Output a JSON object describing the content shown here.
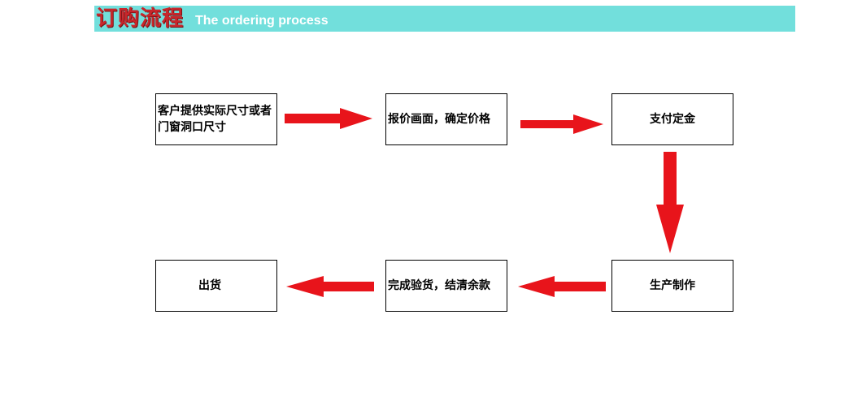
{
  "banner": {
    "title_cn": "订购流程",
    "title_en": "The ordering process"
  },
  "steps": [
    {
      "label": "客户提供实际尺寸或者门窗洞口尺寸"
    },
    {
      "label": "报价画面，确定价格"
    },
    {
      "label": "支付定金"
    },
    {
      "label": "生产制作"
    },
    {
      "label": "完成验货，结清余款"
    },
    {
      "label": "出货"
    }
  ],
  "colors": {
    "banner": "#72dfdc",
    "title_cn": "#c8262b",
    "arrow": "#e8141b"
  }
}
